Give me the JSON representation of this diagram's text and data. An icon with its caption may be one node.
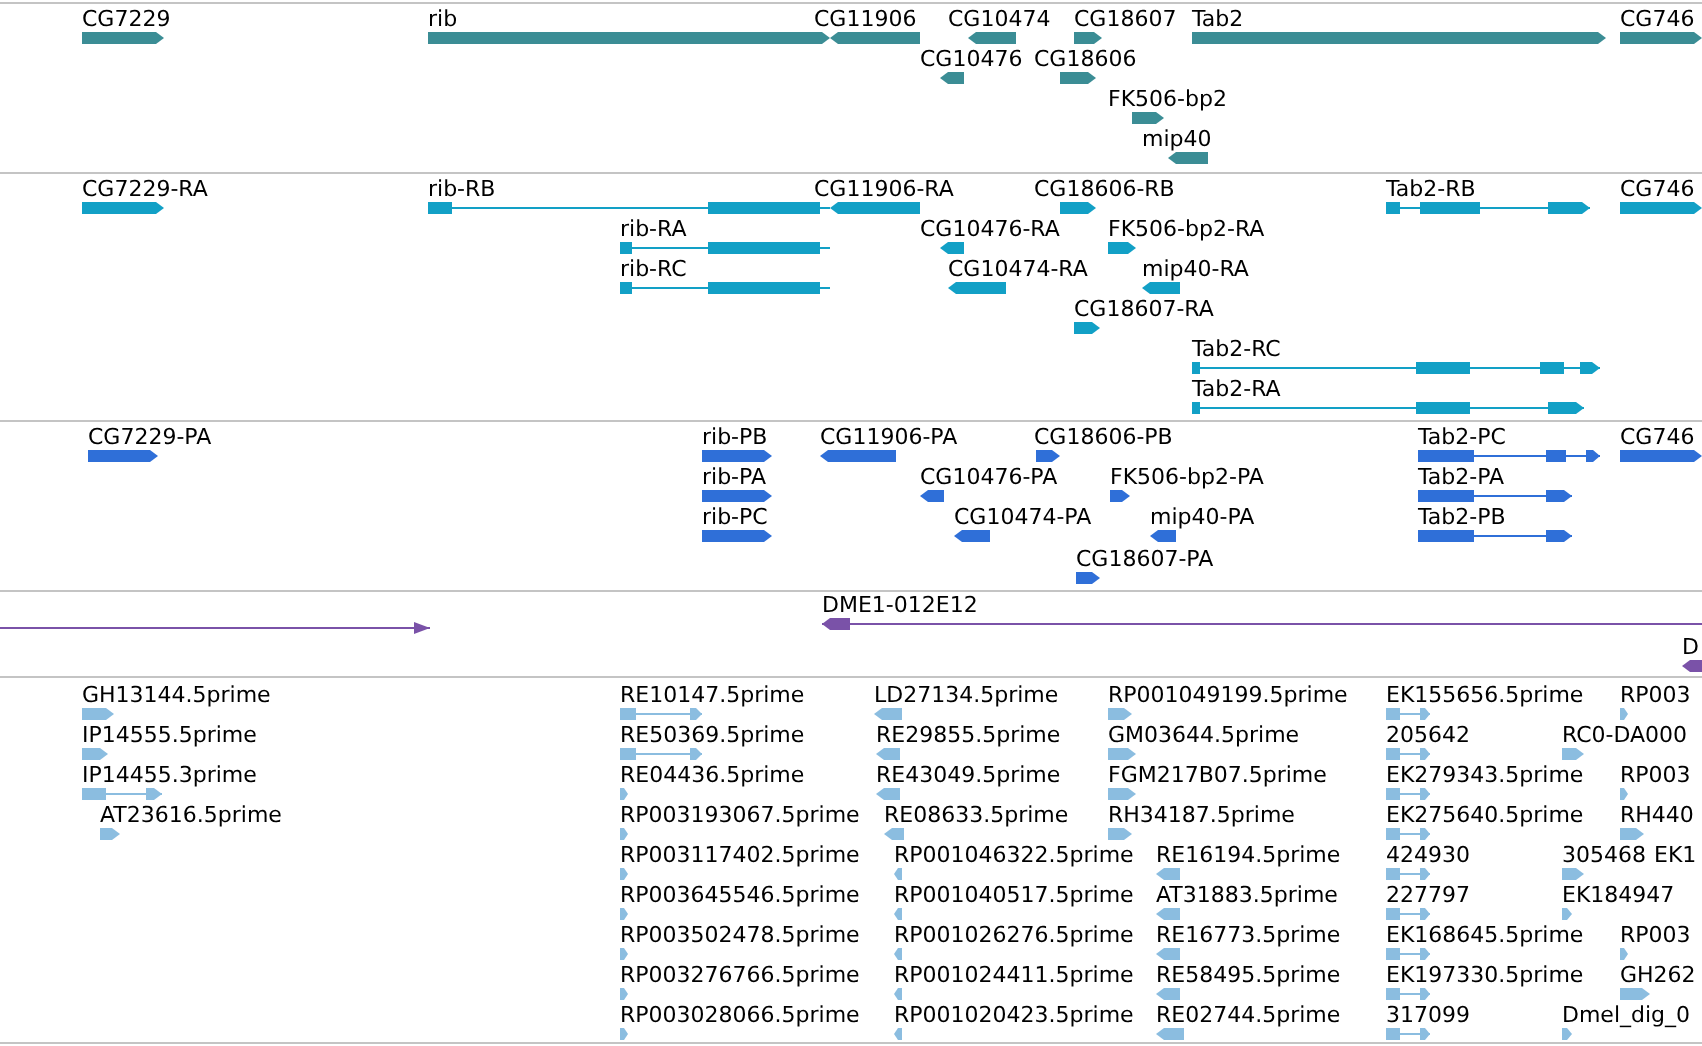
{
  "diagram": {
    "labels": [
      "CG7229",
      "rib",
      "CG11906",
      "CG10474",
      "CG18607",
      "Tab2",
      "CG746",
      "CG10476",
      "CG18606",
      "FK506-bp2",
      "mip40",
      "CG7229-RA",
      "rib-RB",
      "CG11906-RA",
      "CG18606-RB",
      "Tab2-RB",
      "CG746",
      "rib-RA",
      "CG10476-RA",
      "FK506-bp2-RA",
      "rib-RC",
      "CG10474-RA",
      "mip40-RA",
      "CG18607-RA",
      "Tab2-RC",
      "Tab2-RA",
      "CG7229-PA",
      "rib-PB",
      "CG11906-PA",
      "CG18606-PB",
      "Tab2-PC",
      "CG746",
      "rib-PA",
      "CG10476-PA",
      "FK506-bp2-PA",
      "Tab2-PA",
      "rib-PC",
      "CG10474-PA",
      "mip40-PA",
      "Tab2-PB",
      "CG18607-PA",
      "DME1-012E12",
      "D",
      "GH13144.5prime",
      "RE10147.5prime",
      "LD27134.5prime",
      "RP001049199.5prime",
      "EK155656.5prime",
      "RP003",
      "IP14555.5prime",
      "RE50369.5prime",
      "RE29855.5prime",
      "GM03644.5prime",
      "205642",
      "RC0-DA000",
      "IP14455.3prime",
      "RE04436.5prime",
      "RE43049.5prime",
      "FGM217B07.5prime",
      "EK279343.5prime",
      "RP003",
      "AT23616.5prime",
      "RP003193067.5prime",
      "RE08633.5prime",
      "RH34187.5prime",
      "EK275640.5prime",
      "RH440",
      "RP003117402.5prime",
      "RP001046322.5prime",
      "RE16194.5prime",
      "424930",
      "305468",
      "EK1",
      "RP003645546.5prime",
      "RP001040517.5prime",
      "AT31883.5prime",
      "227797",
      "EK184947",
      "RP003502478.5prime",
      "RP001026276.5prime",
      "RE16773.5prime",
      "EK168645.5prime",
      "RP003",
      "RP003276766.5prime",
      "RP001024411.5prime",
      "RE58495.5prime",
      "EK197330.5prime",
      "GH262",
      "RP003028066.5prime",
      "RP001020423.5prime",
      "RE02744.5prime",
      "317099",
      "Dmel_dig_0"
    ]
  }
}
